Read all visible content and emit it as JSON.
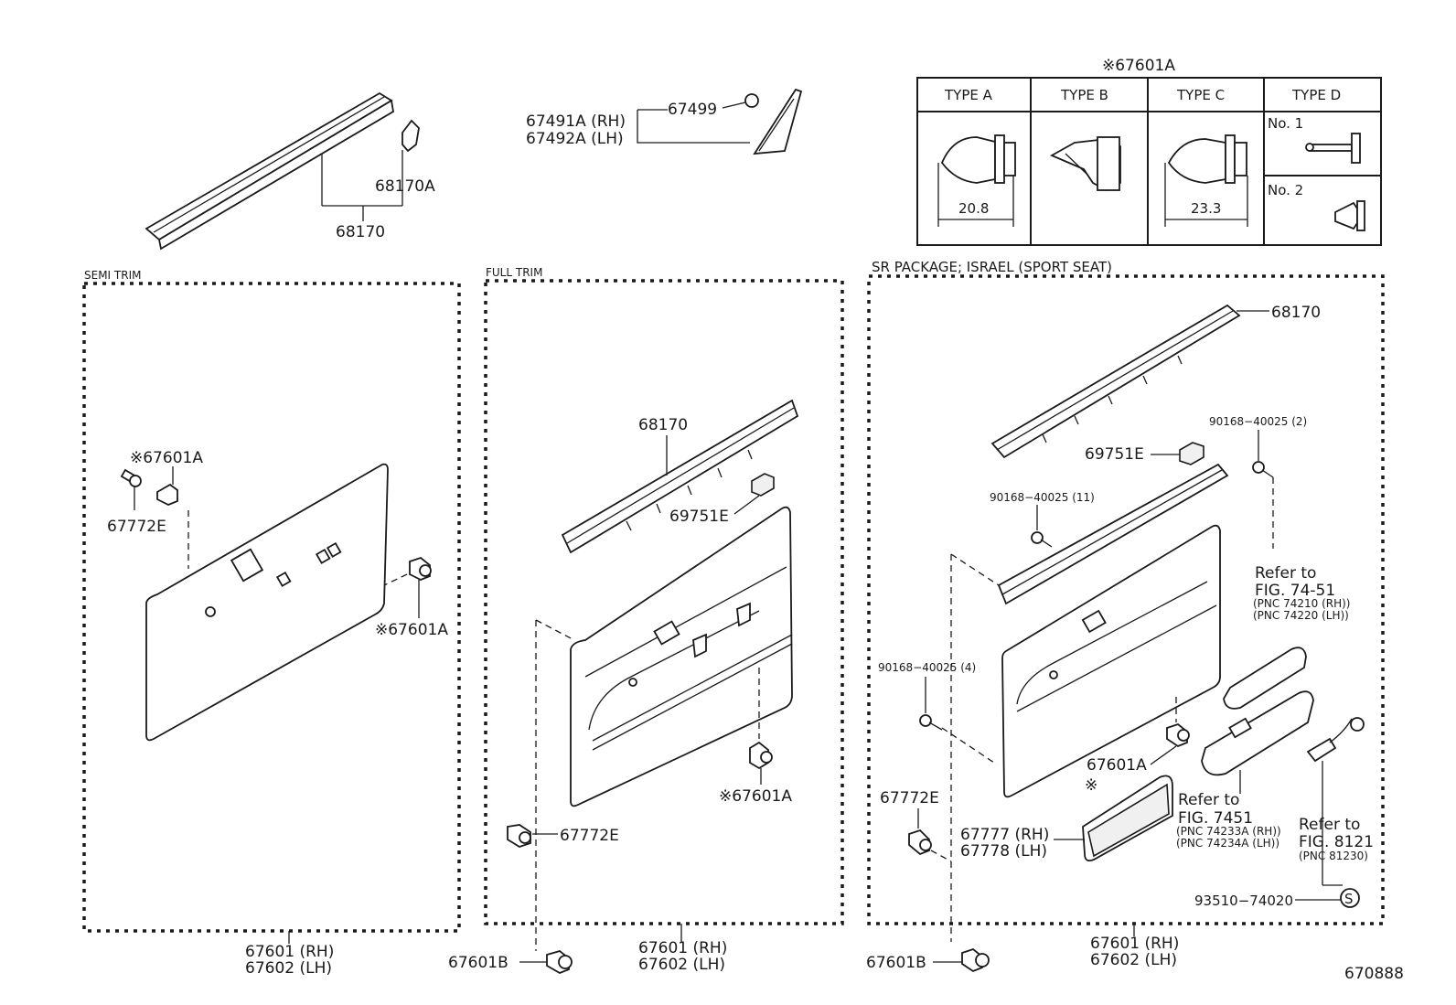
{
  "top": {
    "belt_main": "68170",
    "belt_clip": "68170A",
    "mirror_rh": "67491A (RH)",
    "mirror_lh": "67492A (LH)",
    "mirror_clip": "67499"
  },
  "clip_table": {
    "title": "※67601A",
    "headers": [
      "TYPE A",
      "TYPE B",
      "TYPE C",
      "TYPE D"
    ],
    "type_a_dim": "20.8",
    "type_c_dim": "23.3",
    "no1": "No. 1",
    "no2": "No. 2"
  },
  "semi_trim": {
    "heading": "SEMI TRIM",
    "clip_a_top": "※67601A",
    "screw": "67772E",
    "clip_a_side": "※67601A",
    "panel_rh": "67601 (RH)",
    "panel_lh": "67602 (LH)"
  },
  "full_trim": {
    "heading": "FULL TRIM",
    "belt": "68170",
    "cap": "69751E",
    "clip_a": "※67601A",
    "screw": "67772E",
    "clip_b": "67601B",
    "panel_rh": "67601 (RH)",
    "panel_lh": "67602 (LH)"
  },
  "sr_package": {
    "heading": "SR  PACKAGE; ISRAEL (SPORT  SEAT)",
    "belt": "68170",
    "bolt_2": "90168−40025 (2)",
    "cap": "69751E",
    "bolt_11": "90168−40025 (11)",
    "refer_1a": "Refer to",
    "refer_1b": "FIG. 74-51",
    "refer_1c": "(PNC 74210 (RH))",
    "refer_1d": "(PNC 74220 (LH))",
    "bolt_4": "90168−40025 (4)",
    "clip_a": "67601A",
    "asterisk": "※",
    "refer_2a": "Refer to",
    "refer_2b": "FIG. 7451",
    "refer_2c": "(PNC 74233A (RH))",
    "refer_2d": "(PNC 74234A (LH))",
    "refer_3a": "Refer to",
    "refer_3b": "FIG. 8121",
    "refer_3c": "(PNC 81230)",
    "screw": "67772E",
    "pocket_rh": "67777 (RH)",
    "pocket_lh": "67778 (LH)",
    "screw_s": "93510−74020",
    "s_symbol": "S",
    "clip_b": "67601B",
    "panel_rh": "67601 (RH)",
    "panel_lh": "67602 (LH)"
  },
  "figure_number": "670888"
}
